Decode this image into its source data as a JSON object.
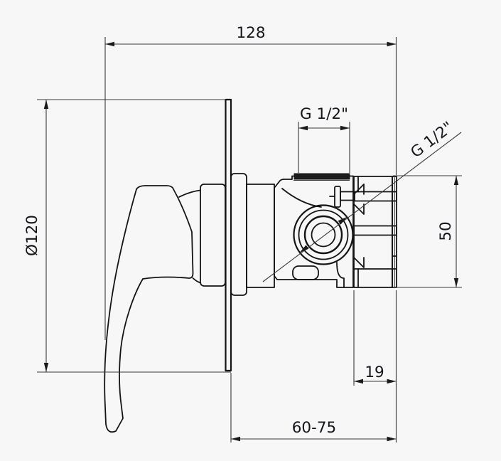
{
  "drawing": {
    "labels": {
      "overall_depth": "128",
      "top_thread": "G 1/2\"",
      "side_thread": "G 1/2\"",
      "escutcheon_diameter": "Ø120",
      "body_height": "50",
      "housing_depth": "19",
      "install_depth_range": "60-75"
    },
    "colors": {
      "line": "#1a1a1a",
      "background": "#f7f7f8"
    }
  }
}
